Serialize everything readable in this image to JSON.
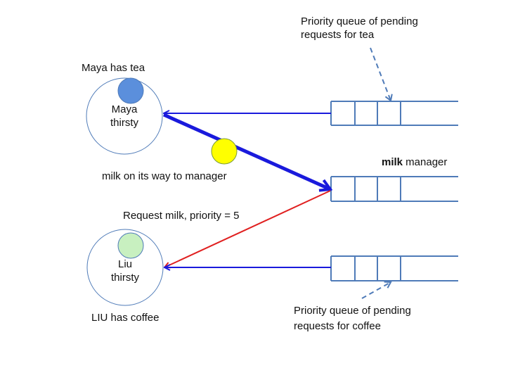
{
  "nodes": {
    "maya": {
      "name": "Maya",
      "state": "thirsty",
      "has_label": "Maya has tea",
      "token_color": "#5b8fdc"
    },
    "liu": {
      "name": "Liu",
      "state": "thirsty",
      "has_label": "LIU has coffee",
      "token_color": "#c8f0c0"
    }
  },
  "managers": {
    "tea": {
      "annotation_line1": "Priority queue of pending",
      "annotation_line2": "requests for tea"
    },
    "milk": {
      "title_bold": "milk",
      "title_rest": " manager"
    },
    "coffee": {
      "annotation_line1": "Priority queue of pending",
      "annotation_line2": "requests for coffee"
    }
  },
  "messages": {
    "milk_token": {
      "label": "milk on its way to manager",
      "color": "#ffff00"
    },
    "request": {
      "label": "Request milk, priority = 5",
      "color": "#e02020"
    }
  },
  "colors": {
    "arrow_blue": "#1a1adc",
    "queue_stroke": "#4f7bb8",
    "circle_stroke": "#4f7bb8"
  }
}
